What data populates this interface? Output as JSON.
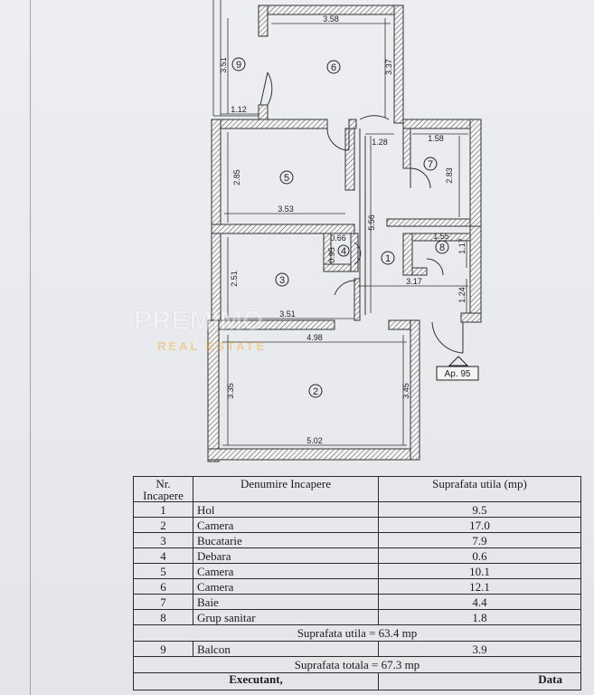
{
  "plan": {
    "apartment_label": "Ap. 95",
    "room_numbers": [
      "1",
      "2",
      "3",
      "4",
      "5",
      "6",
      "7",
      "8",
      "9"
    ],
    "dimensions": {
      "r6_width": "3.58",
      "r6_height": "3.37",
      "r9_height": "3.51",
      "r9_width": "1.12",
      "hall_width": "1.28",
      "hall_length": "5.56",
      "r7_width": "1.58",
      "r7_height": "2.83",
      "r5_height": "2.85",
      "r5_width": "3.53",
      "r4_width": "0.66",
      "r4_height": "0.95",
      "r8_width": "1.55",
      "r8_height": "1.17",
      "r3_height": "2.51",
      "r3_width": "3.51",
      "hall_span": "3.17",
      "entry_depth": "1.24",
      "r2_top_width": "4.98",
      "r2_left_height": "3.35",
      "r2_right_height": "3.45",
      "r2_bottom_width": "5.02"
    },
    "watermark_line1": "PREMIMO",
    "watermark_line2": "REAL ESTATE",
    "watermark_color": "#f3a21b"
  },
  "table": {
    "header": {
      "nr": "Nr. Incapere",
      "name": "Denumire Incapere",
      "area": "Suprafata utila (mp)"
    },
    "rows": [
      {
        "nr": "1",
        "name": "Hol",
        "area": "9.5"
      },
      {
        "nr": "2",
        "name": "Camera",
        "area": "17.0"
      },
      {
        "nr": "3",
        "name": "Bucatarie",
        "area": "7.9"
      },
      {
        "nr": "4",
        "name": "Debara",
        "area": "0.6"
      },
      {
        "nr": "5",
        "name": "Camera",
        "area": "10.1"
      },
      {
        "nr": "6",
        "name": "Camera",
        "area": "12.1"
      },
      {
        "nr": "7",
        "name": "Baie",
        "area": "4.4"
      },
      {
        "nr": "8",
        "name": "Grup sanitar",
        "area": "1.8"
      }
    ],
    "useful_total": "Suprafata utila = 63.4 mp",
    "balcony": {
      "nr": "9",
      "name": "Balcon",
      "area": "3.9"
    },
    "grand_total": "Suprafata totala = 67.3 mp",
    "footer": {
      "executant": "Executant,",
      "data": "Data"
    }
  }
}
